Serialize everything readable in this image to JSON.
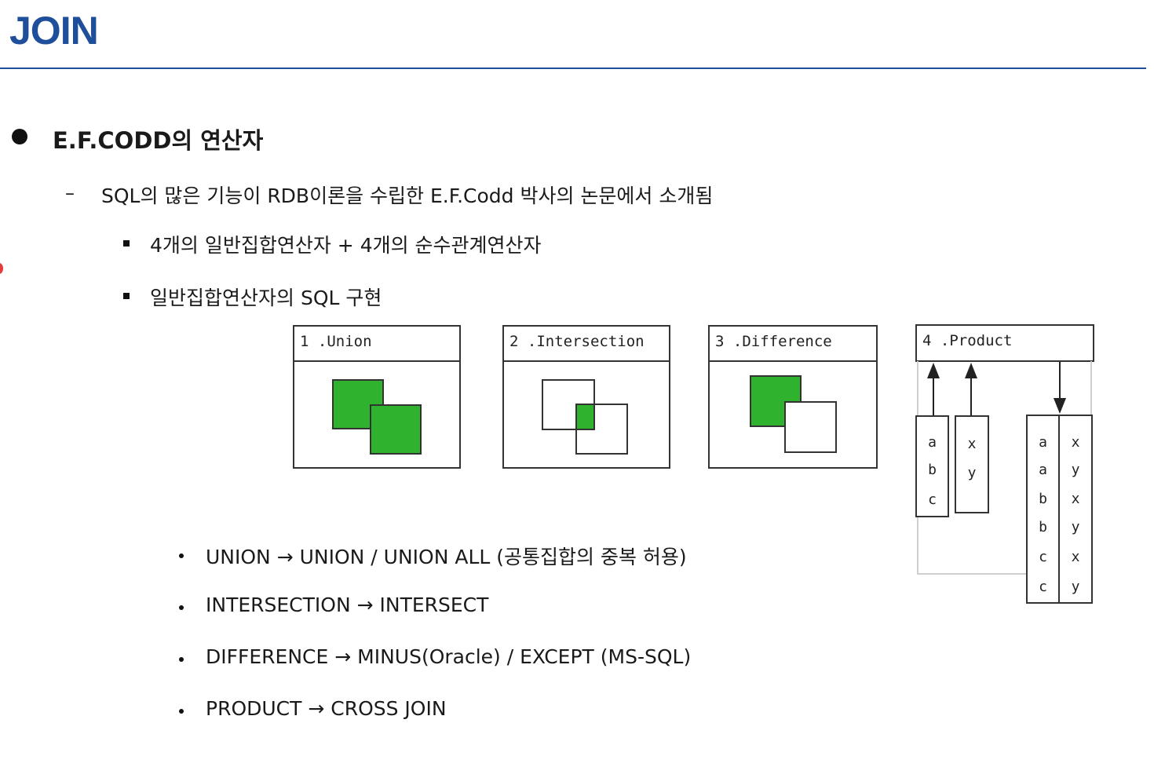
{
  "page_title": "JOIN",
  "section": {
    "heading": "E.F.CODD의 연산자",
    "subitem": "SQL의 많은 기능이 RDB이론을 수립한 E.F.Codd 박사의 논문에서 소개됨",
    "points": [
      "4개의 일반집합연산자 + 4개의 순수관계연산자",
      "일반집합연산자의 SQL 구현"
    ],
    "mappings": [
      "UNION → UNION / UNION ALL (공통집합의 중복 허용)",
      "INTERSECTION → INTERSECT",
      "DIFFERENCE → MINUS(Oracle) / EXCEPT (MS-SQL)",
      "PRODUCT → CROSS JOIN"
    ]
  },
  "diagram": {
    "panels": [
      {
        "label": "1 .Union"
      },
      {
        "label": "2 .Intersection"
      },
      {
        "label": "3 .Difference"
      },
      {
        "label": "4 .Product"
      }
    ],
    "product": {
      "left_table": [
        "a",
        "b",
        "c"
      ],
      "right_table": [
        "x",
        "y"
      ],
      "result_col1": [
        "a",
        "a",
        "b",
        "b",
        "c",
        "c"
      ],
      "result_col2": [
        "x",
        "y",
        "x",
        "y",
        "x",
        "y"
      ]
    },
    "colors": {
      "fill": "#2fb32f",
      "stroke": "#333333"
    }
  },
  "colors": {
    "title": "#1f4e9a",
    "text": "#1a1a1a"
  }
}
